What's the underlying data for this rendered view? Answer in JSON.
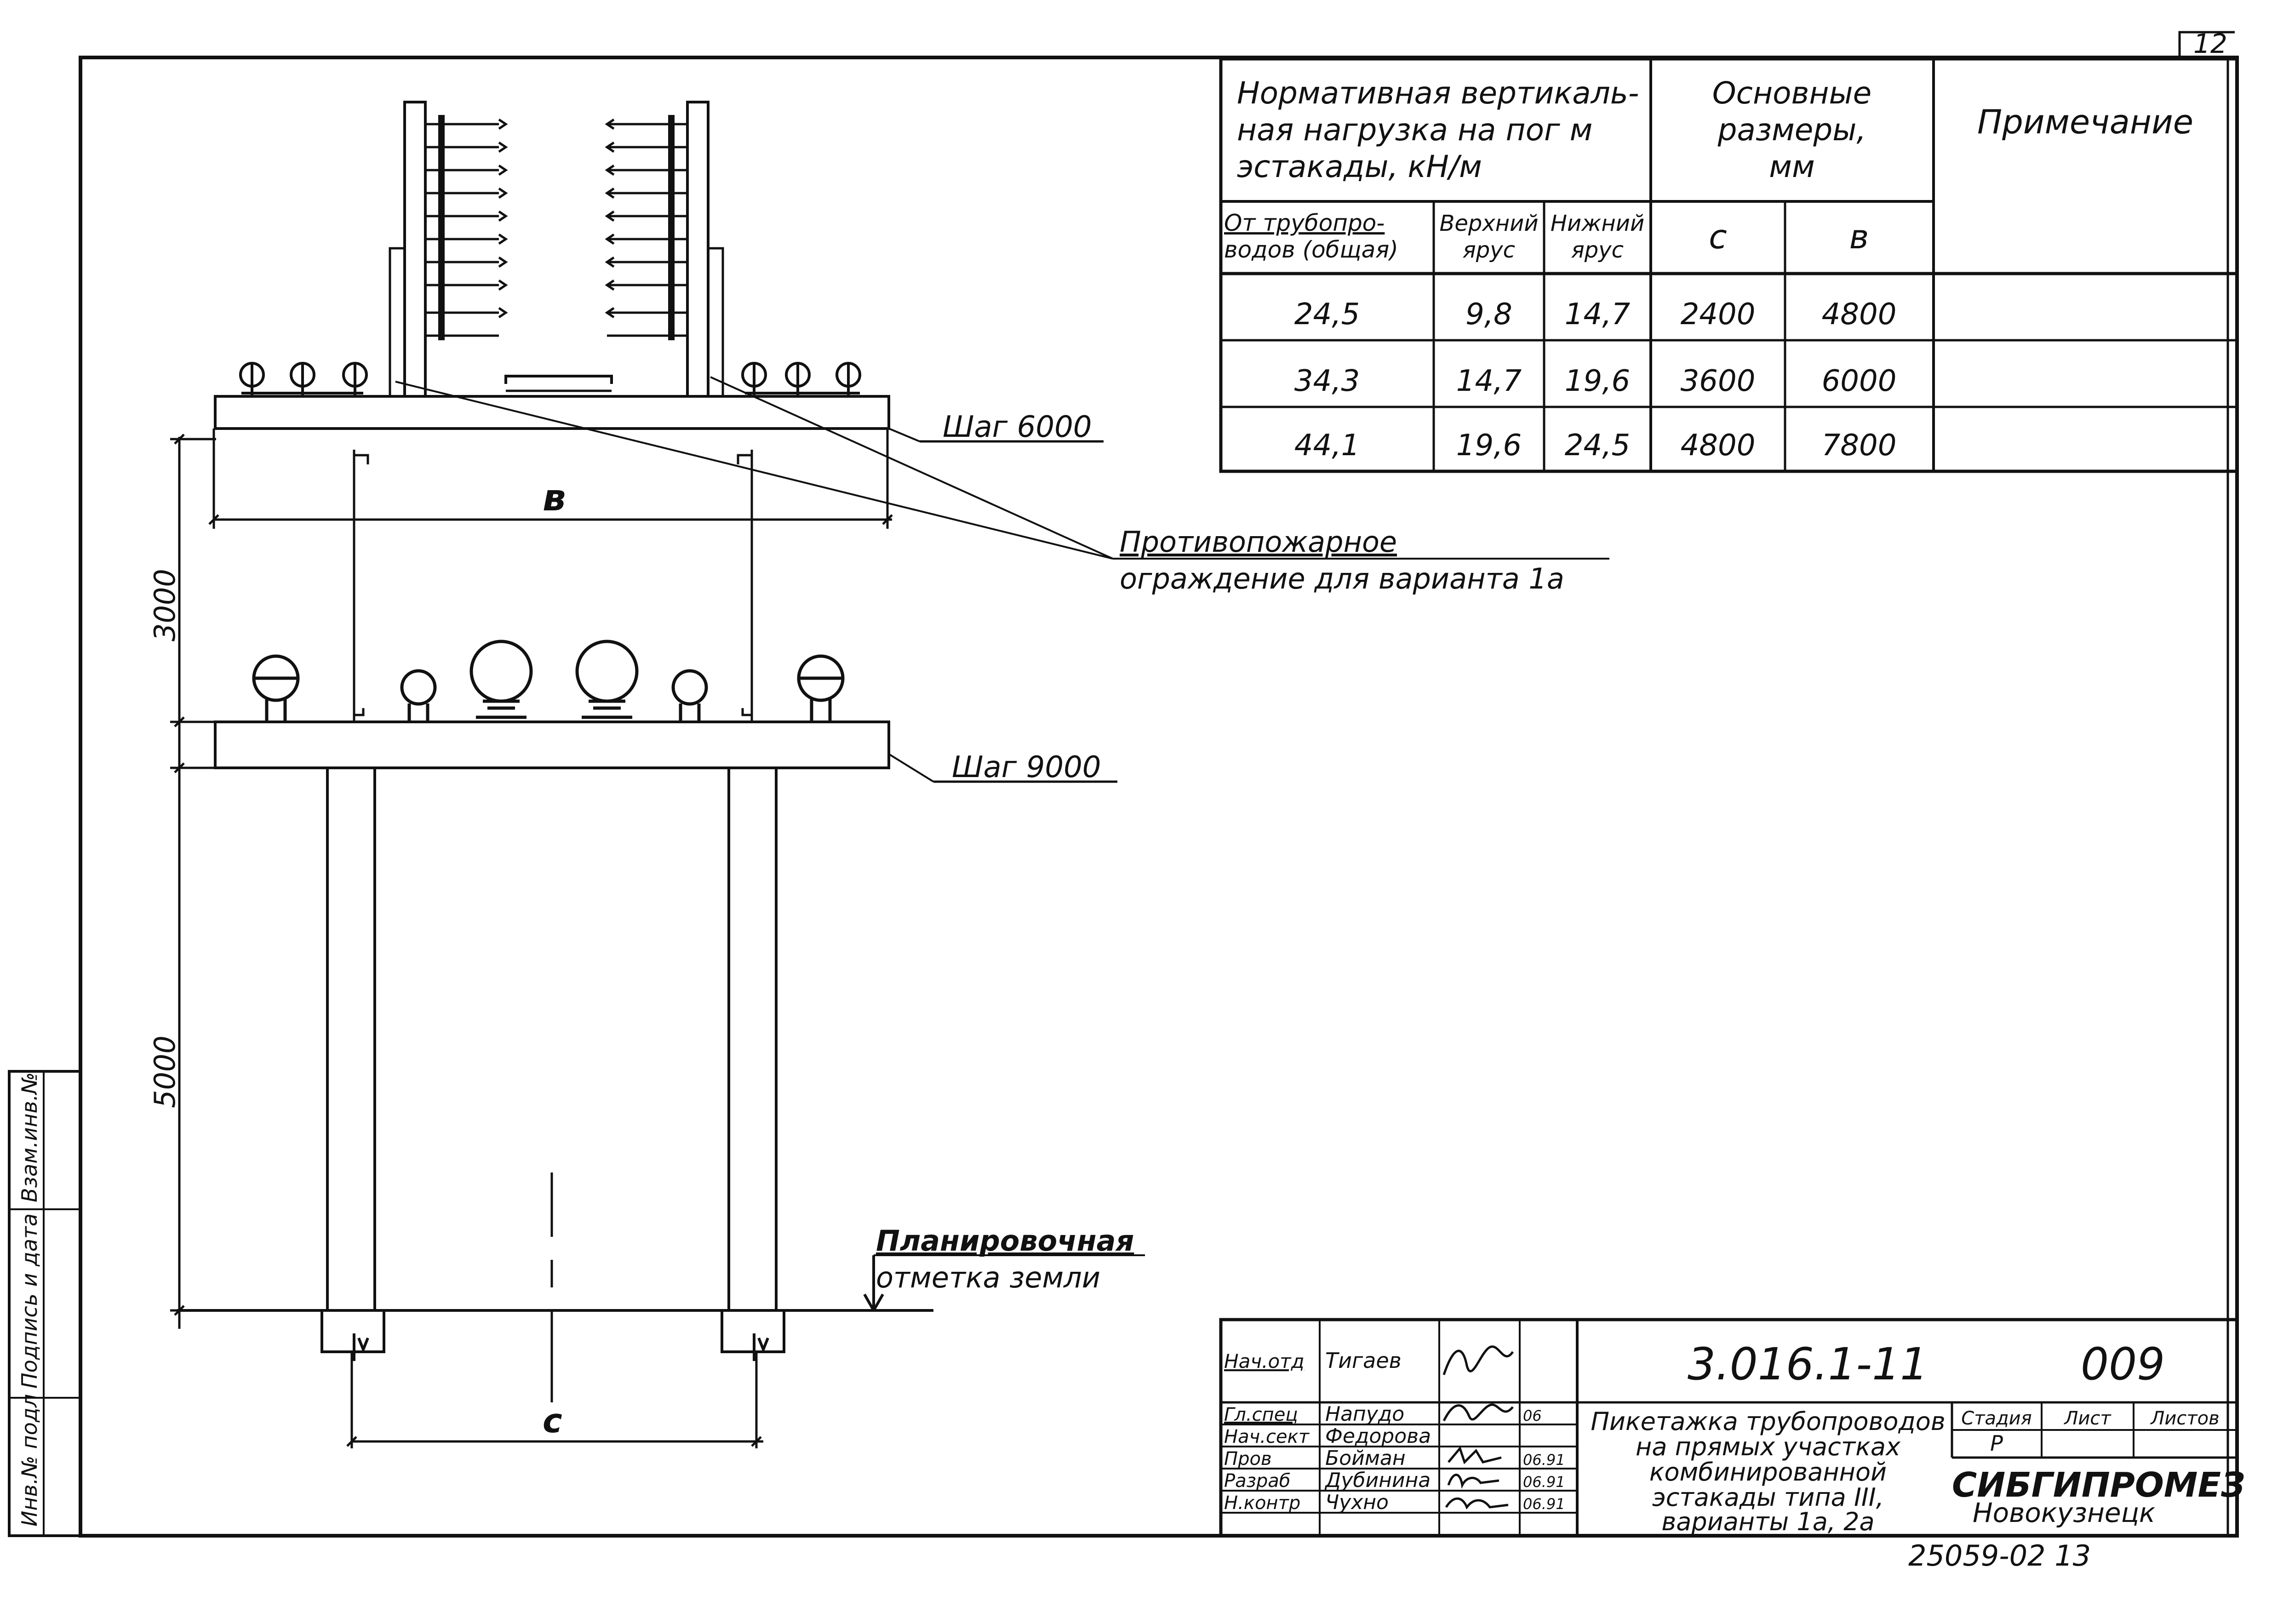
{
  "sheet_number": "12",
  "table": {
    "h_load": "Нормативная вертикаль-ная нагрузка на пог м эстакады, кН/м",
    "h_load_lines": [
      "Нормативная вертикаль-",
      "ная нагрузка на пог м",
      "эстакады, кН/м"
    ],
    "h_dims_lines": [
      "Основные",
      "размеры,",
      "мм"
    ],
    "h_note": "Примечание",
    "h_total_lines": [
      "От трубопро-",
      "водов (общая)"
    ],
    "h_upper_lines": [
      "Верхний",
      "ярус"
    ],
    "h_lower_lines": [
      "Нижний",
      "ярус"
    ],
    "h_c": "с",
    "h_b": "в",
    "rows": [
      {
        "total": "24,5",
        "upper": "9,8",
        "lower": "14,7",
        "c": "2400",
        "b": "4800",
        "note": ""
      },
      {
        "total": "34,3",
        "upper": "14,7",
        "lower": "19,6",
        "c": "3600",
        "b": "6000",
        "note": ""
      },
      {
        "total": "44,1",
        "upper": "19,6",
        "lower": "24,5",
        "c": "4800",
        "b": "7800",
        "note": ""
      }
    ]
  },
  "drawing": {
    "step_upper": "Шаг 6000",
    "step_lower": "Шаг 9000",
    "dim_b": "в",
    "dim_3000": "3000",
    "dim_5000": "5000",
    "dim_c": "с",
    "fire_barrier_lines": [
      "Противопожарное",
      "ограждение для варианта 1а"
    ],
    "ground_lines": [
      "Планировочная",
      "отметка земли"
    ]
  },
  "side_stamp": [
    "Инв.№ подл",
    "Подпись и дата",
    "Взам.инв.№"
  ],
  "title_block": {
    "doc_code": "3.016.1-11",
    "doc_number": "009",
    "description_lines": [
      "Пикетажка трубопроводов",
      "на прямых участках",
      "комбинированной",
      "эстакады типа III,",
      "варианты 1а, 2а"
    ],
    "stage_label": "Стадия",
    "sheet_label": "Лист",
    "sheets_label": "Листов",
    "stage_value": "Р",
    "org_name": "СИБГИПРОМЕЗ",
    "org_city": "Новокузнецк",
    "people": [
      {
        "role": "Нач.отд",
        "name": "Тигаев",
        "date": ""
      },
      {
        "role": "Гл.спец",
        "name": "Напудо",
        "date": "06"
      },
      {
        "role": "Нач.сект",
        "name": "Федорова",
        "date": ""
      },
      {
        "role": "Пров",
        "name": "Бойман",
        "date": "06.91"
      },
      {
        "role": "Разраб",
        "name": "Дубинина",
        "date": "06.91"
      },
      {
        "role": "Н.контр",
        "name": "Чухно",
        "date": "06.91"
      }
    ]
  },
  "footer_code": "25059-02 13"
}
